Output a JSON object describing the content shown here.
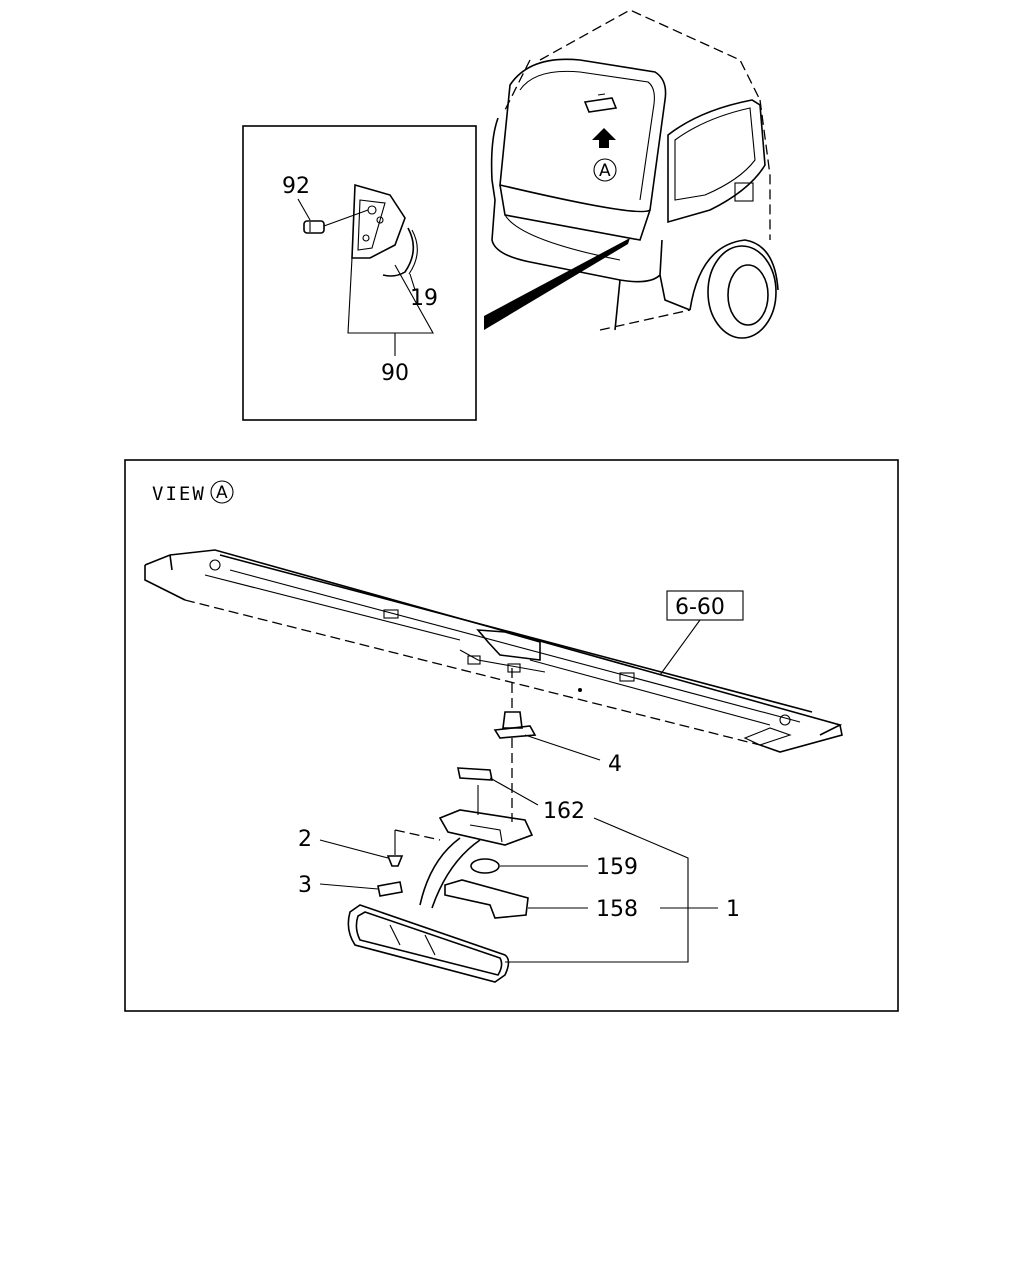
{
  "top_callouts": {
    "callout_a": "A"
  },
  "inset": {
    "part_92": "92",
    "part_19": "19",
    "part_90": "90"
  },
  "view_panel": {
    "view_label": "VIEW",
    "view_circle": "A",
    "ref_box": "6-60",
    "part_4": "4",
    "part_162": "162",
    "part_2": "2",
    "part_159": "159",
    "part_3": "3",
    "part_158": "158",
    "part_1": "1"
  }
}
